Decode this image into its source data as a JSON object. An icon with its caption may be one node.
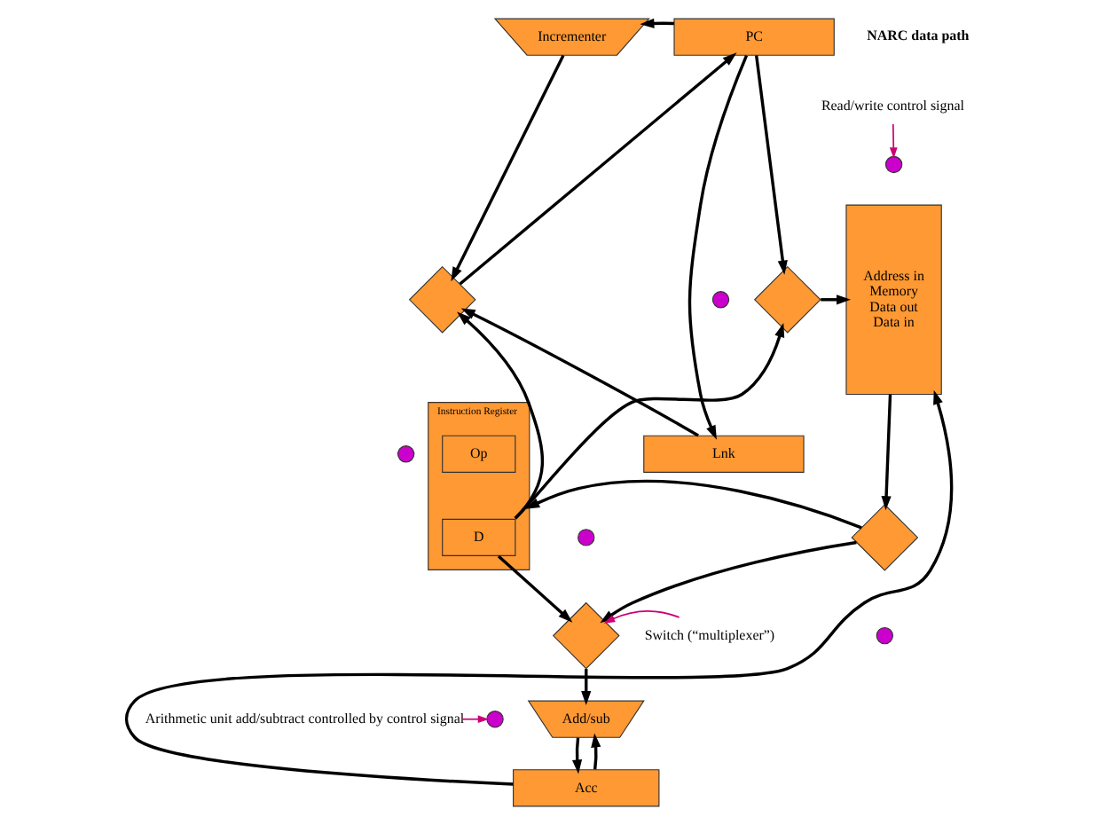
{
  "diagram": {
    "nodes": [
      {
        "text": [
          "Incrementer"
        ]
      },
      {
        "text": [
          "PC"
        ]
      },
      {
        "text": [],
        "shape": "diamond"
      },
      {
        "text": [],
        "shape": "diamond"
      },
      {
        "text": [
          "Address in",
          "Memory",
          "Data out",
          "Data in"
        ]
      },
      {
        "text": [
          "Lnk"
        ]
      },
      {
        "text": [
          "Instruction Register"
        ]
      },
      {
        "text": [
          "Op"
        ],
        "in": 6
      },
      {
        "text": [
          "D"
        ],
        "in": 6
      },
      {
        "text": [],
        "shape": "diamond"
      },
      {
        "text": [],
        "shape": "diamond"
      },
      {
        "text": [
          "Add/sub"
        ]
      },
      {
        "text": [
          "Acc"
        ]
      },
      {
        "text": [],
        "shape": "circle"
      },
      {
        "text": [],
        "shape": "circle"
      },
      {
        "text": [],
        "shape": "circle"
      },
      {
        "text": [],
        "shape": "circle"
      },
      {
        "text": [],
        "shape": "circle"
      },
      {
        "text": [],
        "shape": "circle"
      },
      {
        "text": [
          "Read/write control signal"
        ]
      },
      {
        "text": [
          "Arithmetic unit add/subtract controlled by control signal"
        ]
      },
      {
        "text": [
          "Switch (“multiplexer”)"
        ]
      }
    ],
    "edges": [
      {
        "from": 1,
        "to": 0,
        "arrow": "to"
      },
      {
        "from": 1,
        "to": 3,
        "arrow": "to"
      },
      {
        "from": 1,
        "to": 5,
        "arrow": "to"
      },
      {
        "from": 0,
        "to": 2,
        "arrow": "to"
      },
      {
        "from": 5,
        "to": 2,
        "arrow": "to"
      },
      {
        "from": 2,
        "to": 1,
        "arrow": "to"
      },
      {
        "from": 8,
        "to": 2,
        "arrow": "to"
      },
      {
        "from": 8,
        "to": 3,
        "arrow": "to"
      },
      {
        "from": 8,
        "to": 10,
        "arrow": "to"
      },
      {
        "from": 3,
        "to": 4,
        "arrow": "to"
      },
      {
        "from": 4,
        "to": 9,
        "arrow": "to"
      },
      {
        "from": 9,
        "to": 6,
        "arrow": "to"
      },
      {
        "from": 9,
        "to": 10,
        "arrow": "to"
      },
      {
        "from": 10,
        "to": 11,
        "arrow": "to"
      },
      {
        "from": 11,
        "to": 12,
        "arrow": "to"
      },
      {
        "from": 12,
        "to": 11,
        "arrow": "to"
      },
      {
        "from": 12,
        "to": 4,
        "arrow": "to"
      },
      {
        "from": 19,
        "to": 15,
        "arrow": "to",
        "color": "#cc0077"
      },
      {
        "from": 20,
        "to": 18,
        "arrow": "to",
        "color": "#cc0077"
      },
      {
        "from": 21,
        "to": 10,
        "arrow": "to",
        "color": "#cc0077"
      }
    ],
    "labels": [
      "NARC data path"
    ]
  }
}
